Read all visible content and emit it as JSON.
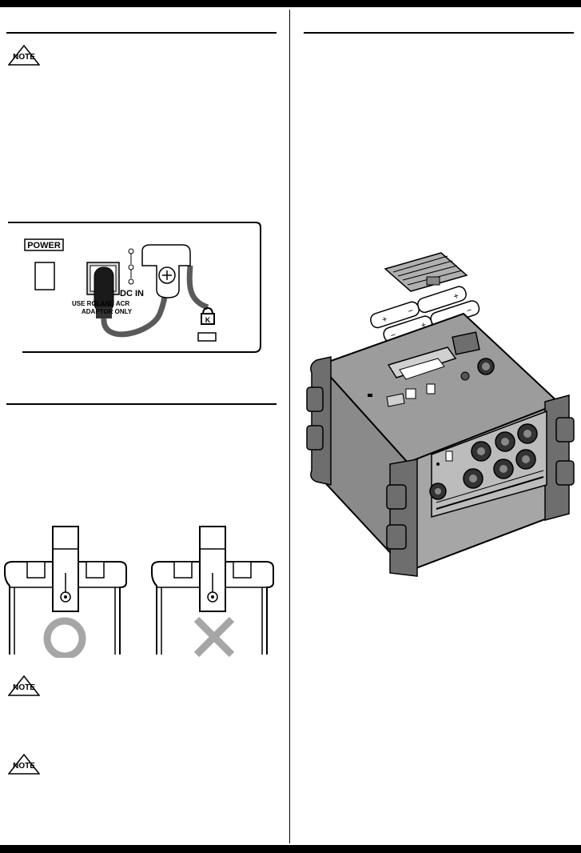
{
  "labels": {
    "power": "POWER",
    "dc_in": "DC IN",
    "adaptor_line1": "USE ROLAND ACR",
    "adaptor_line2": "ADAPTOR ONLY",
    "note": "NOTE"
  },
  "icons": {
    "note": "note-triangle-icon",
    "correct": "circle-ok-icon",
    "wrong": "cross-ng-icon",
    "lock": "security-lock-icon"
  },
  "colors": {
    "black": "#000000",
    "gray_mark": "#a6a6a6",
    "amp_body": "#9c9c9c",
    "amp_dark": "#6e6e6e",
    "panel": "#d0d0d0"
  }
}
